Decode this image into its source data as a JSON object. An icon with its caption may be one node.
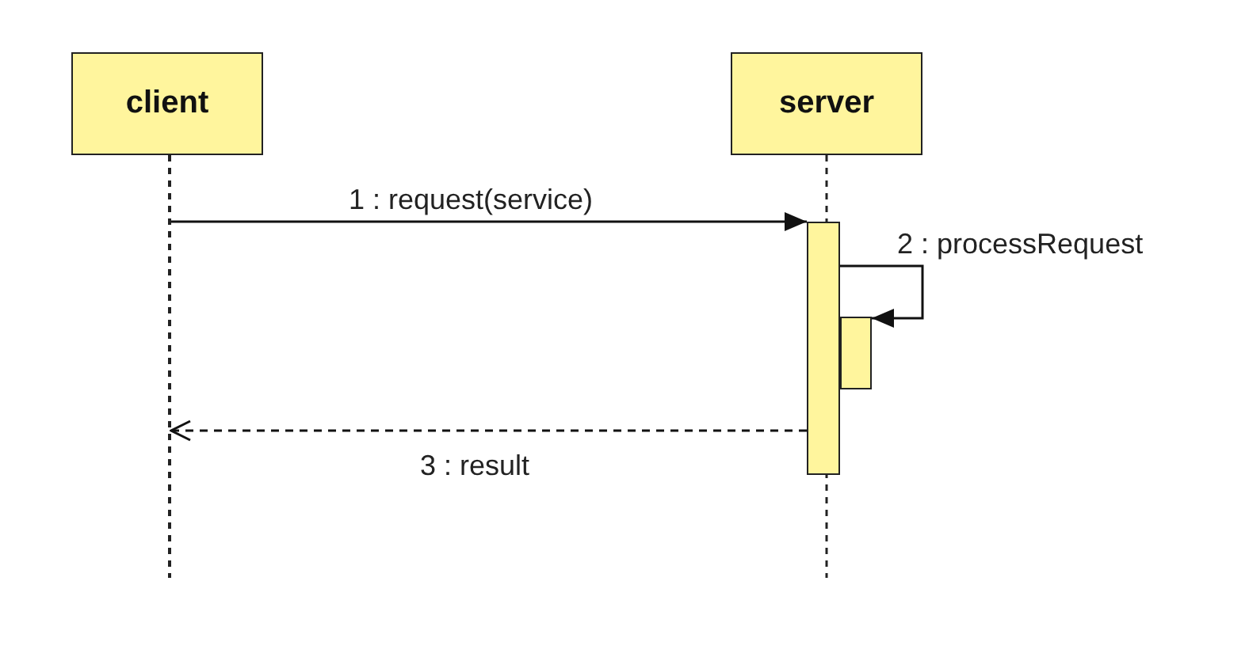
{
  "diagram": {
    "nodes": [
      {
        "text": [
          "client"
        ]
      },
      {
        "text": [
          "server"
        ]
      },
      {
        "text": [],
        "shape": "line"
      },
      {
        "text": [],
        "shape": "bar"
      },
      {
        "text": [],
        "shape": "bar"
      }
    ],
    "edges": [
      {
        "from": 2,
        "to": 3,
        "arrow": "to",
        "label": "1 : request(service)"
      },
      {
        "from": 3,
        "to": 4,
        "arrow": "to",
        "label": "2 : processRequest"
      },
      {
        "from": 3,
        "to": 2,
        "arrow": "to",
        "label": "3 : result",
        "style": "dashed"
      }
    ]
  }
}
